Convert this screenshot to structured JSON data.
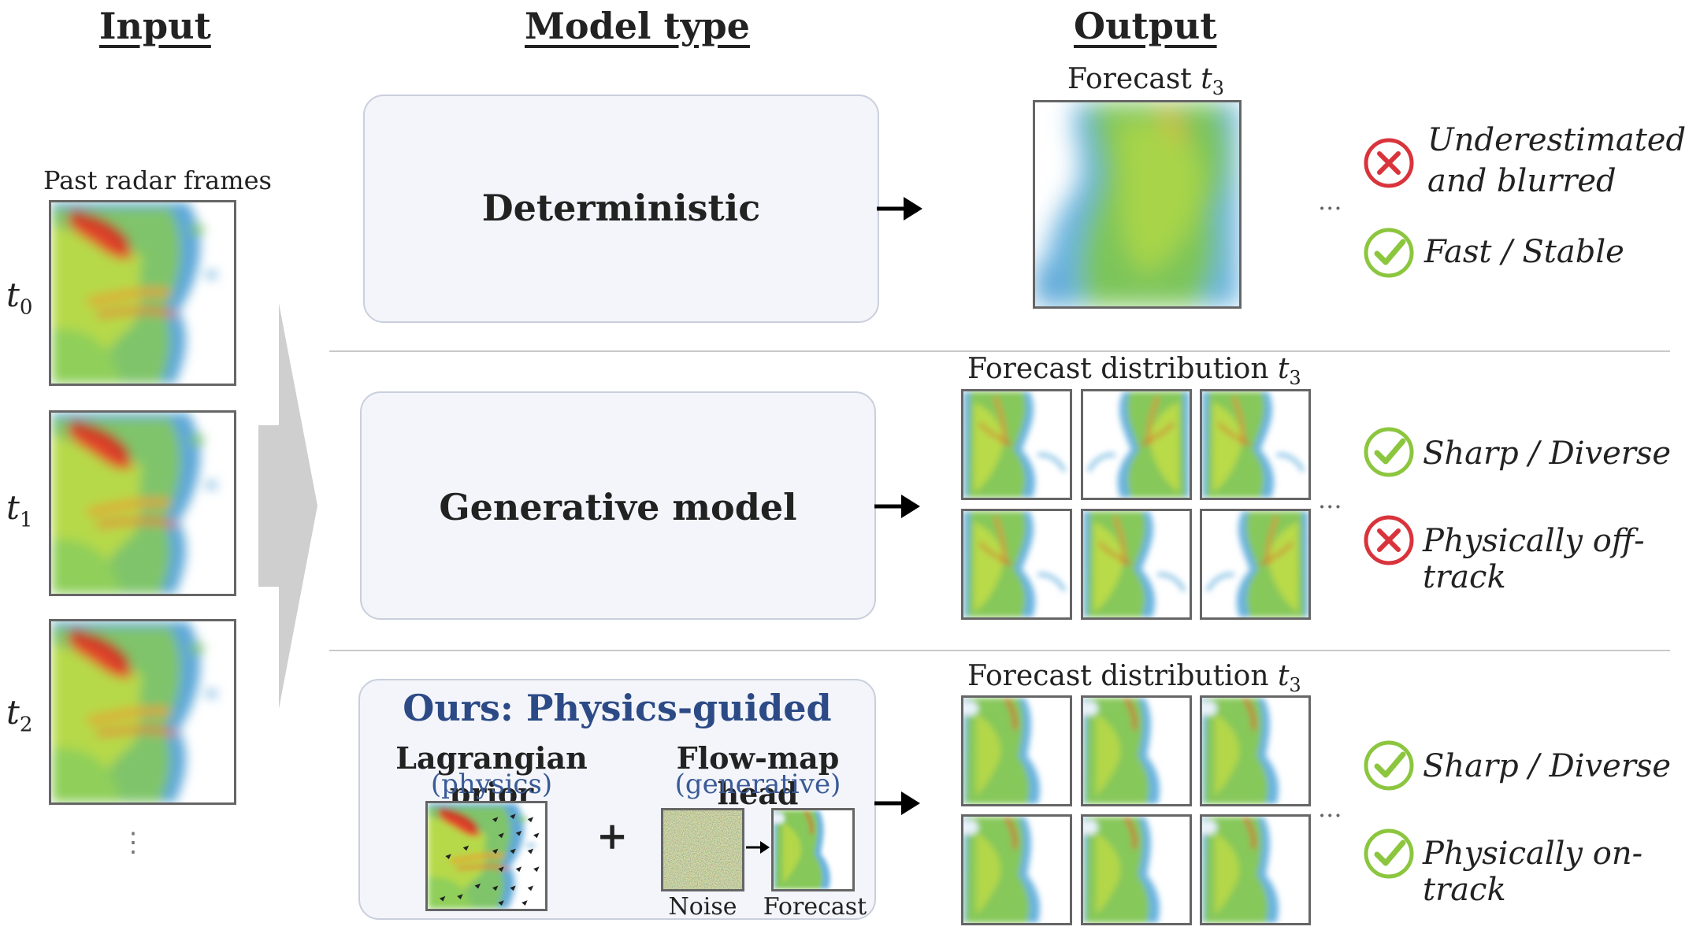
{
  "headers": {
    "input": "Input",
    "model_type": "Model type",
    "output": "Output"
  },
  "input": {
    "caption": "Past radar frames",
    "t0": "0",
    "t1": "1",
    "t2": "2",
    "more": "⋮"
  },
  "rows": {
    "deterministic": {
      "title": "Deterministic",
      "output_caption_text": "Forecast ",
      "output_sub": "3",
      "results": [
        {
          "status": "bad",
          "line1": "Underestimated",
          "line2": "and blurred"
        },
        {
          "status": "good",
          "line1": "Fast / Stable"
        }
      ]
    },
    "generative": {
      "title": "Generative model",
      "output_caption_text": "Forecast distribution ",
      "output_sub": "3",
      "results": [
        {
          "status": "good",
          "line1": "Sharp / Diverse"
        },
        {
          "status": "bad",
          "line1": "Physically off-track"
        }
      ]
    },
    "ours": {
      "title": "Ours: Physics-guided",
      "prior_title": "Lagrangian prior",
      "prior_sub": "(physics)",
      "plus": "+",
      "head_title": "Flow-map head",
      "head_sub": "(generative)",
      "noise_label": "Noise",
      "forecast_label": "Forecast",
      "output_caption_text": "Forecast distribution ",
      "output_sub": "3",
      "results": [
        {
          "status": "good",
          "line1": "Sharp / Diverse"
        },
        {
          "status": "good",
          "line1": "Physically on-track"
        }
      ]
    }
  },
  "ellipsis": "...",
  "colors": {
    "good": "#8cc63f",
    "bad": "#d9343b",
    "box_border": "#c9cfdc",
    "box_fill": "#f3f5fa",
    "ours_title": "#2c4a86"
  }
}
